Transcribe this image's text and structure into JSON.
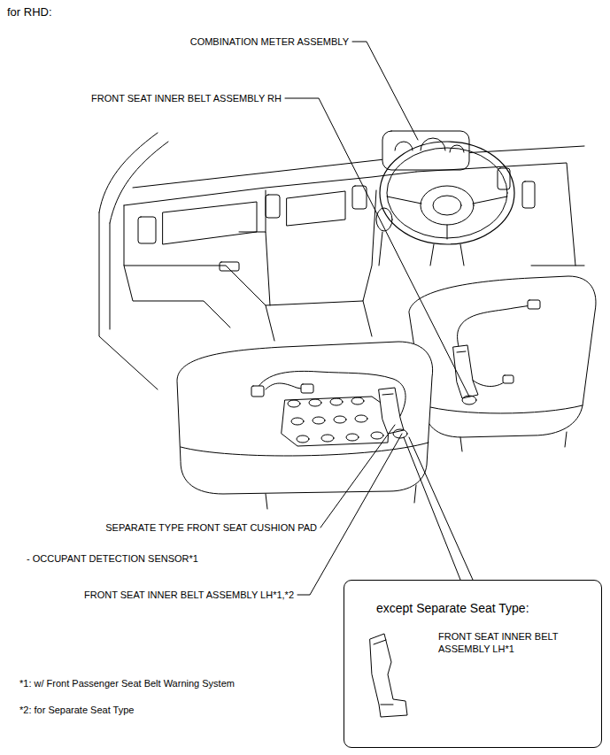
{
  "diagram": {
    "title": "for RHD:",
    "nodes": [
      {
        "text": [
          "except Separate Seat Type:",
          "FRONT SEAT INNER BELT ASSEMBLY LH*1"
        ]
      }
    ],
    "labels": [
      "COMBINATION METER ASSEMBLY",
      "FRONT SEAT INNER BELT ASSEMBLY RH",
      "SEPARATE TYPE FRONT SEAT CUSHION PAD",
      "- OCCUPANT DETECTION SENSOR*1",
      "FRONT SEAT INNER BELT ASSEMBLY LH*1,*2",
      "*1: w/ Front Passenger Seat Belt Warning System",
      "*2: for Separate Seat Type"
    ]
  }
}
